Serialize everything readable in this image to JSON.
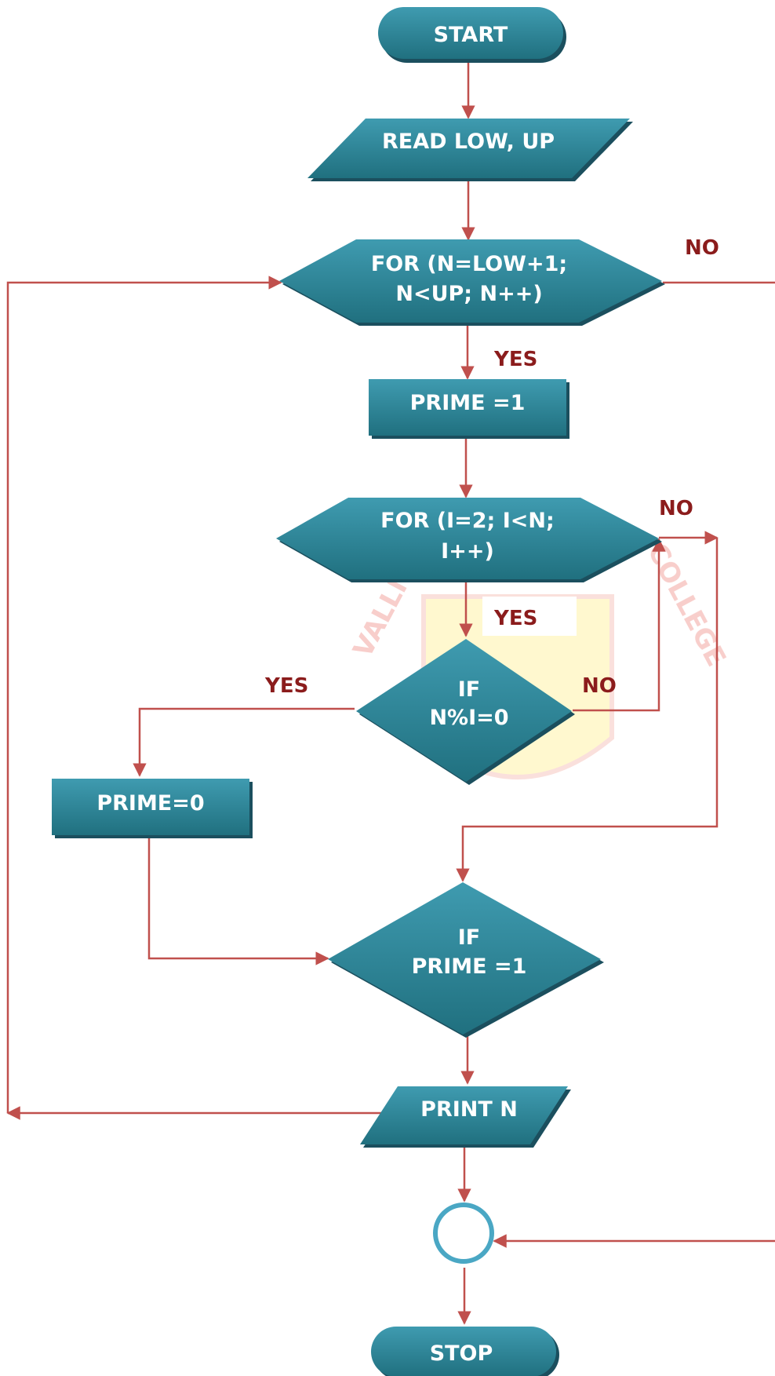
{
  "nodes": {
    "start": "START",
    "read": "READ LOW, UP",
    "for_outer_1": "FOR (N=LOW+1;",
    "for_outer_2": "N<UP; N++)",
    "prime1": "PRIME =1",
    "for_inner_1": "FOR (I=2;  I<N;",
    "for_inner_2": "I++)",
    "if_mod_1": "IF",
    "if_mod_2": "N%I=0",
    "prime0": "PRIME=0",
    "if_prime_1": "IF",
    "if_prime_2": "PRIME =1",
    "print": "PRINT N",
    "stop": "STOP"
  },
  "edge_labels": {
    "outer_no": "NO",
    "outer_yes": "YES",
    "inner_no": "NO",
    "inner_yes": "YES",
    "mod_yes": "YES",
    "mod_no": "NO"
  },
  "watermark": {
    "left": "VALLI",
    "right": "COLLEGE"
  },
  "colors": {
    "node_fill": "#2a8196",
    "node_shadow": "#1b4f5e",
    "edge": "#c0504d",
    "label": "#8b1c1c",
    "connector": "#4aa7c4"
  }
}
